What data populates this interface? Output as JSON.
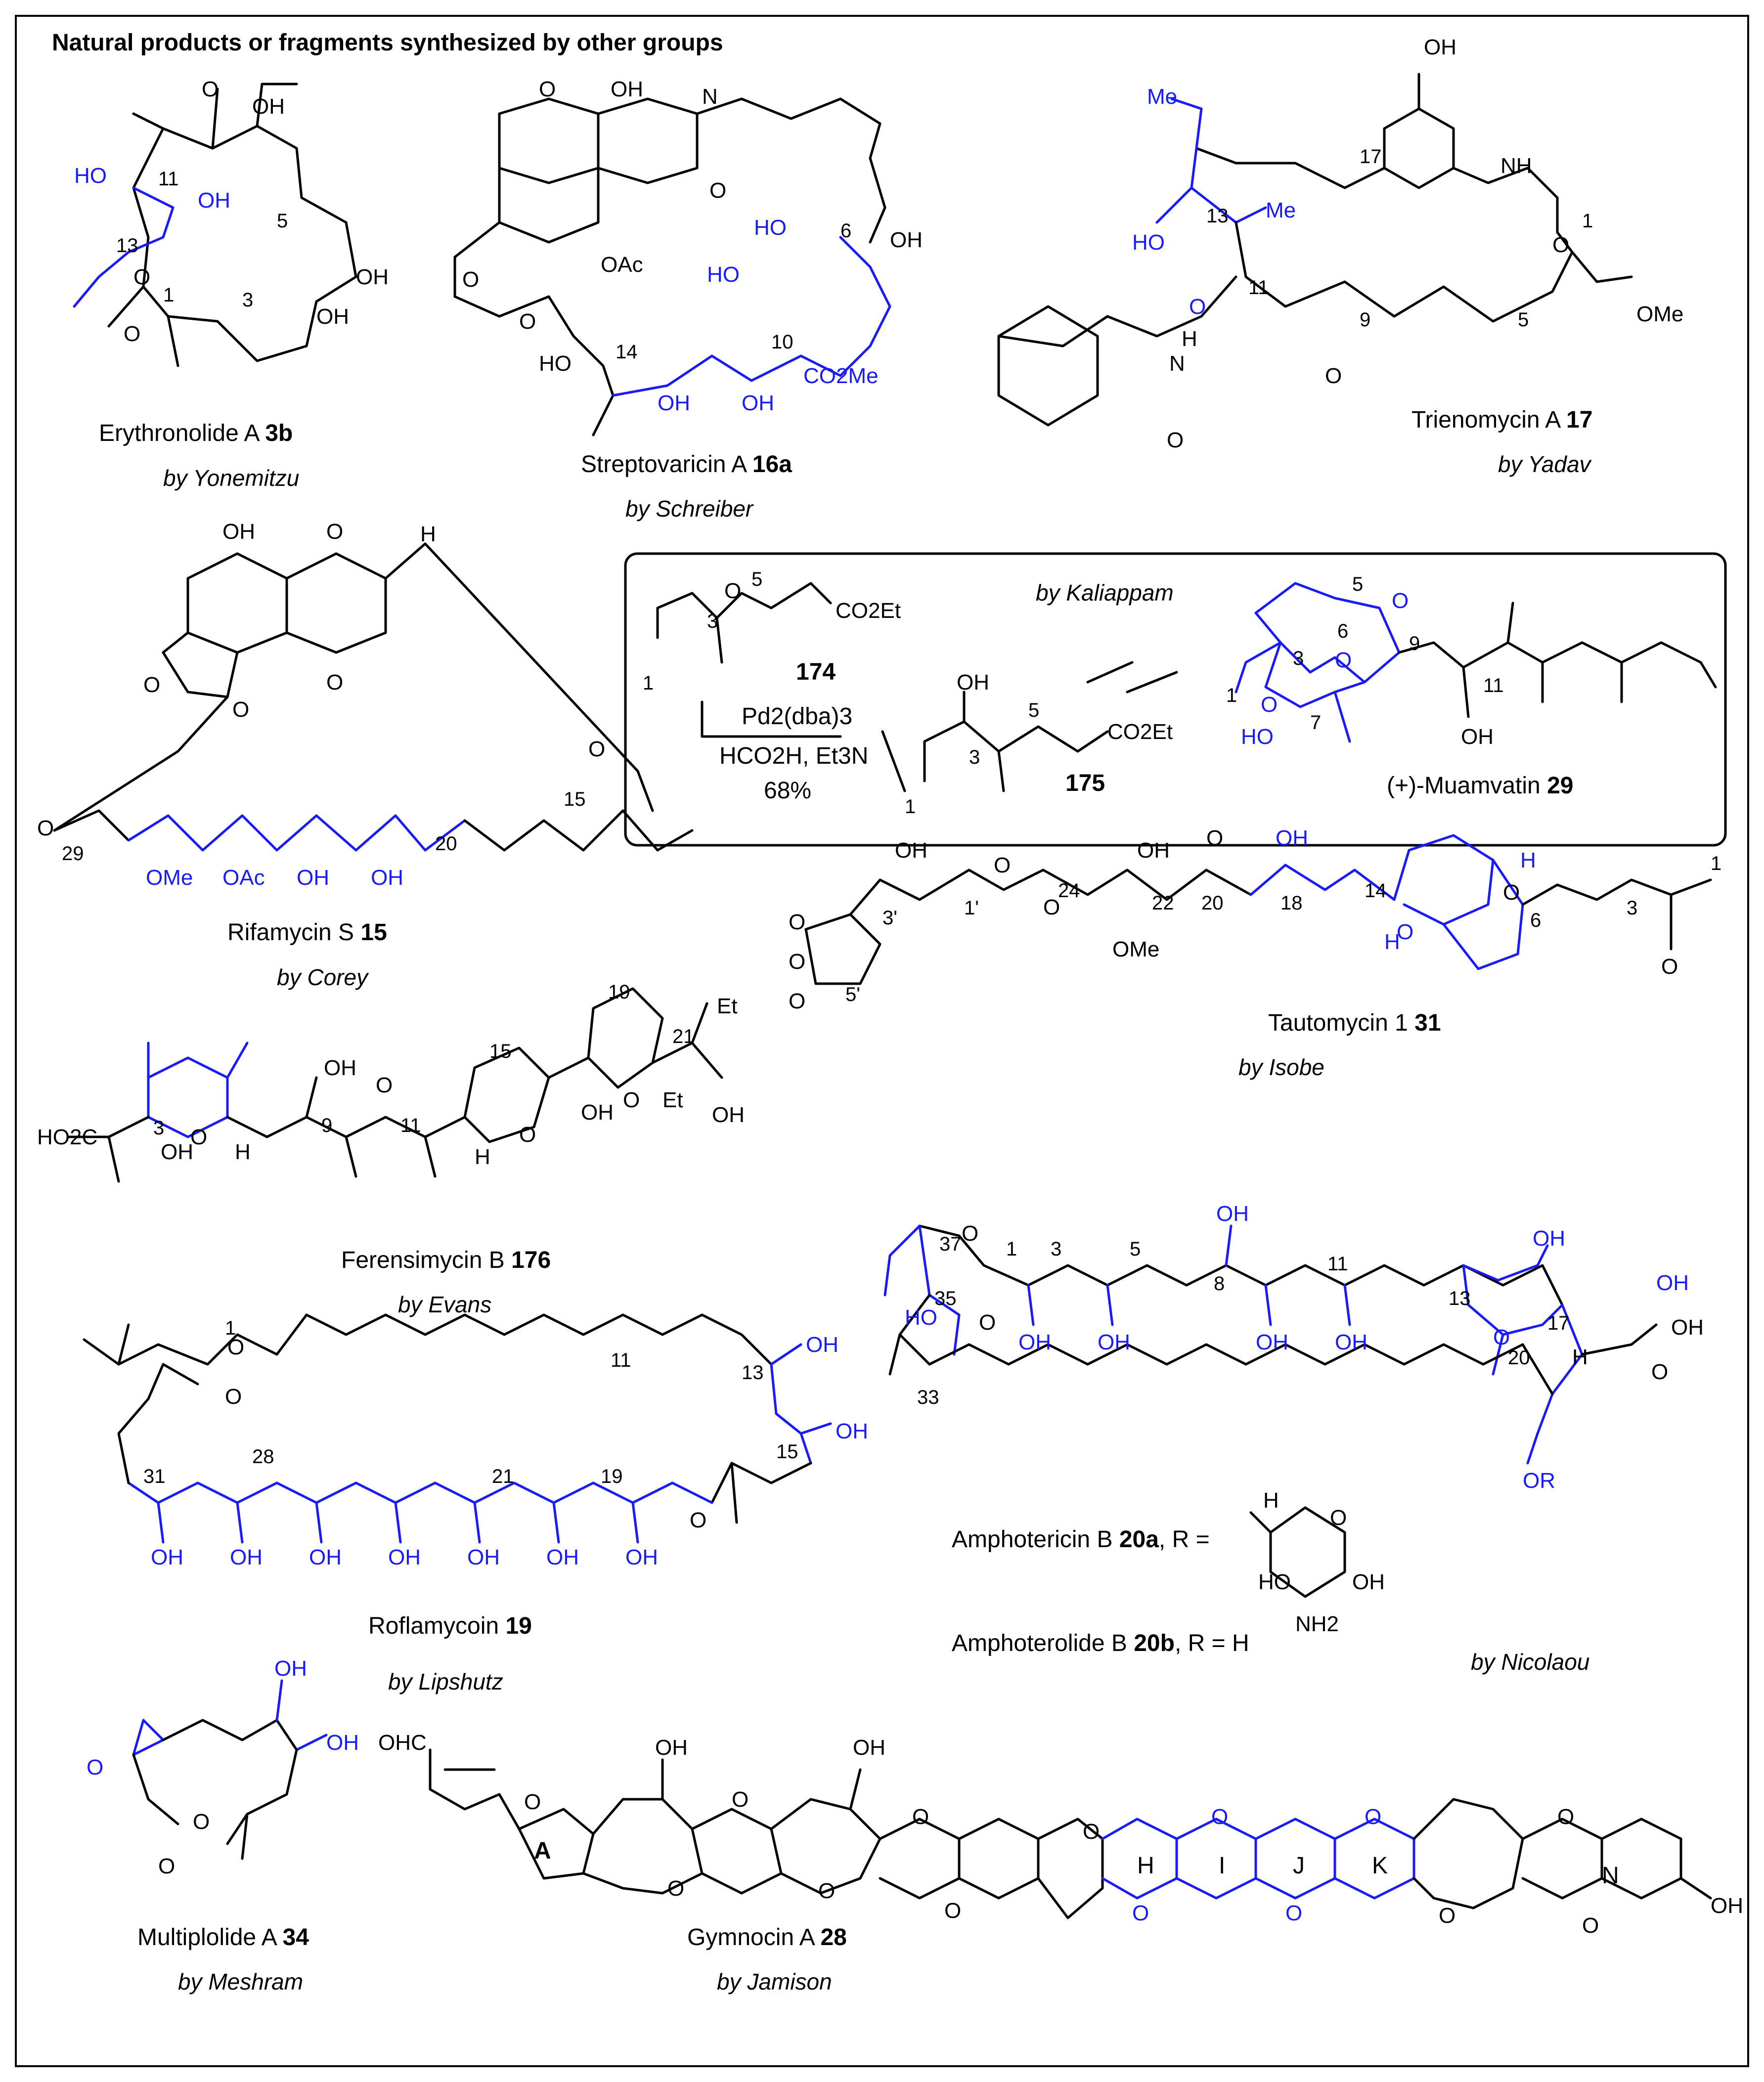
{
  "figure": {
    "title": "Natural products or fragments synthesized by other groups",
    "colors": {
      "highlight": "#1a1aff",
      "ink": "#000000",
      "background": "#ffffff"
    }
  },
  "compounds": [
    {
      "id": "erythronolide",
      "name": "Erythronolide A",
      "number": "3b",
      "author": "by Yonemitzu"
    },
    {
      "id": "streptovaricin",
      "name": "Streptovaricin A",
      "number": "16a",
      "author": "by Schreiber"
    },
    {
      "id": "trienomycin",
      "name": "Trienomycin A",
      "number": "17",
      "author": "by Yadav"
    },
    {
      "id": "rifamycin",
      "name": "Rifamycin S",
      "number": "15",
      "author": "by Corey"
    },
    {
      "id": "muamvatin",
      "name": "(+)-Muamvatin",
      "number": "29",
      "author": "by Kaliappam"
    },
    {
      "id": "tautomycin",
      "name": "Tautomycin 1",
      "number": "31",
      "author": "by Isobe"
    },
    {
      "id": "ferensimycin",
      "name": "Ferensimycin B",
      "number": "176",
      "author": "by Evans"
    },
    {
      "id": "amphotericin",
      "name": "Amphotericin B",
      "number": "20a",
      "suffix": ", R =",
      "author": "by Nicolaou"
    },
    {
      "id": "amphoterolide",
      "name": "Amphoterolide B",
      "number": "20b",
      "suffix": ", R = H"
    },
    {
      "id": "roflamycoin",
      "name": "Roflamycoin",
      "number": "19",
      "author": "by Lipshutz"
    },
    {
      "id": "multiplolide",
      "name": "Multiplolide A",
      "number": "34",
      "author": "by Meshram"
    },
    {
      "id": "gymnocin",
      "name": "Gymnocin A",
      "number": "28",
      "author": "by Jamison"
    }
  ],
  "reaction": {
    "substrate": "174",
    "product": "175",
    "reagent_line1": "Pd2(dba)3",
    "reagent_line2": "HCO2H, Et3N",
    "yield": "68%"
  },
  "atom_labels": {
    "ho": "HO",
    "oh": "OH",
    "o": "O",
    "h": "H",
    "nh": "NH",
    "n": "N",
    "me": "Me",
    "ome": "OMe",
    "oac": "OAc",
    "et": "Et",
    "co2et": "CO2Et",
    "co2me": "CO2Me",
    "ho2c": "HO2C",
    "ohc": "OHC",
    "or": "OR",
    "nh2": "NH2"
  },
  "ring_labels": [
    "A",
    "H",
    "I",
    "J",
    "K",
    "N"
  ],
  "locants": {
    "erythronolide": [
      "11",
      "13",
      "5",
      "3",
      "1"
    ],
    "streptovaricin": [
      "6",
      "14",
      "10"
    ],
    "trienomycin": [
      "17",
      "13",
      "11",
      "9",
      "5",
      "1"
    ],
    "rifamycin": [
      "15",
      "20",
      "29"
    ],
    "muamvatin": [
      "5",
      "3",
      "9",
      "6",
      "7",
      "11",
      "1"
    ],
    "reaction": [
      "5",
      "3",
      "1",
      "5",
      "3",
      "1"
    ],
    "tautomycin": [
      "3'",
      "1'",
      "24",
      "22",
      "20",
      "18",
      "14",
      "6",
      "3",
      "1",
      "5'"
    ],
    "ferensimycin": [
      "3",
      "9",
      "11",
      "15",
      "19",
      "21"
    ],
    "amphotericin": [
      "1",
      "3",
      "5",
      "8",
      "11",
      "13",
      "37",
      "35",
      "17",
      "20",
      "33"
    ],
    "roflamycoin": [
      "1",
      "11",
      "13",
      "15",
      "31",
      "28",
      "21",
      "19"
    ]
  }
}
